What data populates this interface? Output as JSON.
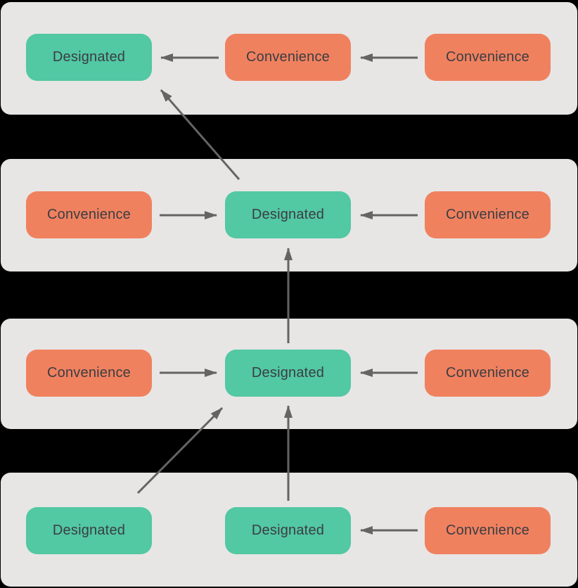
{
  "diagram": {
    "title": "",
    "colors": {
      "designated": "#52c8a3",
      "convenience": "#f0815f",
      "band": "#e7e6e5",
      "background": "#000000",
      "arrow": "#646464",
      "text": "#3b3d42"
    },
    "rows": [
      {
        "nodes": [
          {
            "type": "designated",
            "label": "Designated"
          },
          {
            "type": "convenience",
            "label": "Convenience"
          },
          {
            "type": "convenience",
            "label": "Convenience"
          }
        ]
      },
      {
        "nodes": [
          {
            "type": "convenience",
            "label": "Convenience"
          },
          {
            "type": "designated",
            "label": "Designated"
          },
          {
            "type": "convenience",
            "label": "Convenience"
          }
        ]
      },
      {
        "nodes": [
          {
            "type": "convenience",
            "label": "Convenience"
          },
          {
            "type": "designated",
            "label": "Designated"
          },
          {
            "type": "convenience",
            "label": "Convenience"
          }
        ]
      },
      {
        "nodes": [
          {
            "type": "designated",
            "label": "Designated"
          },
          {
            "type": "designated",
            "label": "Designated"
          },
          {
            "type": "convenience",
            "label": "Convenience"
          }
        ]
      }
    ],
    "edges": [
      {
        "from": "row1-convenience-middle",
        "to": "row1-designated-left"
      },
      {
        "from": "row1-convenience-right",
        "to": "row1-convenience-middle"
      },
      {
        "from": "row2-convenience-left",
        "to": "row2-designated-middle"
      },
      {
        "from": "row2-convenience-right",
        "to": "row2-designated-middle"
      },
      {
        "from": "row2-designated-middle",
        "to": "row1-designated-left"
      },
      {
        "from": "row3-convenience-left",
        "to": "row3-designated-middle"
      },
      {
        "from": "row3-convenience-right",
        "to": "row3-designated-middle"
      },
      {
        "from": "row3-designated-middle",
        "to": "row2-designated-middle"
      },
      {
        "from": "row4-convenience-right",
        "to": "row4-designated-middle"
      },
      {
        "from": "row4-designated-middle",
        "to": "row3-designated-middle"
      },
      {
        "from": "row4-designated-left",
        "to": "row3-designated-middle"
      }
    ]
  }
}
